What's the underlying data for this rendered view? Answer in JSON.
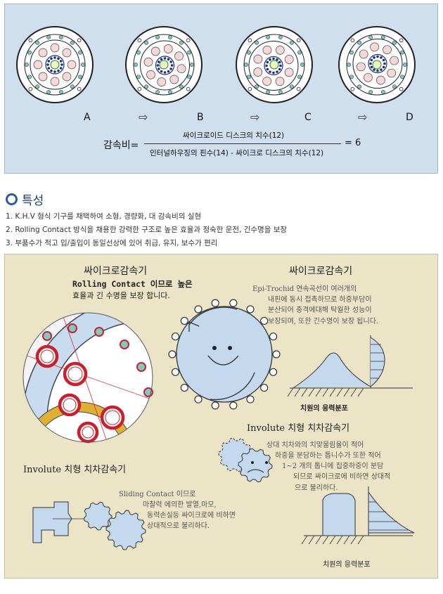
{
  "stages": [
    {
      "label": "A"
    },
    {
      "label": "B"
    },
    {
      "label": "C"
    },
    {
      "label": "D"
    }
  ],
  "stage_arrow": "⇨",
  "formula": {
    "lhs": "감속비=",
    "numerator": "싸이크로이드 디스크의 치수(12)",
    "denominator": "인터널하우징의 핀수(14) - 싸이크로 디스크의 치수(12)",
    "result": "= 6"
  },
  "section_title": "특성",
  "features": [
    "1. K.H.V 형식 기구를 채택하여 소형, 경량화, 대 감속비의 실현",
    "2. Rolling Contact 방식을 채용한 강력한 구조로 높은 효율과 정숙한 운전, 긴수명을 보장",
    "3. 부품수가 적고 입/출입이 동일선상에 있어 취급, 유지, 보수가 편리"
  ],
  "cyclo_left": {
    "title": "싸이크로감속기",
    "line1": "Rolling Contact 이므로 높은",
    "line2": "효율과 긴 수명을  보장 합니다."
  },
  "cyclo_right": {
    "title": "싸이크로감속기",
    "lines": [
      "Epi-Trochid  연속곡선이 여러개의",
      "내핀에 동시 접촉하므로 하중부담이",
      "분산되어 충격에대해 탁월한 성능이",
      "보장되며, 또한  긴수명이 보장 됩니다."
    ],
    "graph_caption": "치원의 응력분포"
  },
  "involute_right": {
    "title": "Involute 치형 치차감속기",
    "lines": [
      "상대 치차와의 치맞물림율이 적어",
      "하중을 분담하는 톱니수가 또한 적어",
      "1~2 개의 톱니에 집중하중이 분담",
      "되므로 싸이크로에 비하면 상대적",
      "으로 불리하다."
    ],
    "graph_caption": "치원의 응력분포"
  },
  "involute_left": {
    "title": "Involute 치형 치차감속기",
    "lines": [
      "Sliding Contact 이므로",
      "마찰력 에의한 발열,마모,",
      "동력손실등 싸이크로에 비하면",
      "상대적으로 불리하다."
    ]
  },
  "colors": {
    "top_panel_bg": "#cfdfee",
    "bottom_panel_bg": "#ebe4c6",
    "disc_fill": "#f7d8d8",
    "pin_color": "#7fc9c0",
    "gear_fill": "#c4d9ee",
    "roller_red": "#c8202c"
  }
}
